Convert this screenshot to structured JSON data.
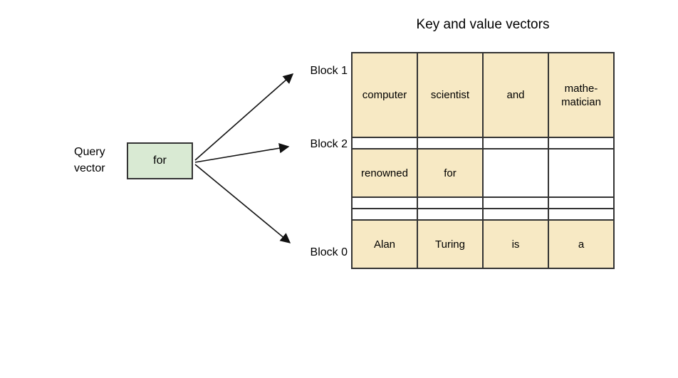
{
  "title": "Key and value vectors",
  "query": {
    "label_line1": "Query",
    "label_line2": "vector",
    "box_text": "for"
  },
  "blocks": [
    {
      "label": "Block 1"
    },
    {
      "label": "Block 2"
    },
    {
      "label": "Block 0"
    }
  ],
  "table": {
    "columns": 4,
    "rows": [
      {
        "cells": [
          {
            "text": "computer",
            "highlight": true
          },
          {
            "text": "scientist",
            "highlight": true
          },
          {
            "text": "and",
            "highlight": true
          },
          {
            "text": "mathe-matician",
            "highlight": true
          }
        ]
      },
      {
        "cells": [
          {
            "text": "",
            "highlight": false
          },
          {
            "text": "",
            "highlight": false
          },
          {
            "text": "",
            "highlight": false
          },
          {
            "text": "",
            "highlight": false
          }
        ]
      },
      {
        "cells": [
          {
            "text": "renowned",
            "highlight": true
          },
          {
            "text": "for",
            "highlight": true
          },
          {
            "text": "",
            "highlight": false
          },
          {
            "text": "",
            "highlight": false
          }
        ]
      },
      {
        "cells": [
          {
            "text": "",
            "highlight": false
          },
          {
            "text": "",
            "highlight": false
          },
          {
            "text": "",
            "highlight": false
          },
          {
            "text": "",
            "highlight": false
          }
        ]
      },
      {
        "cells": [
          {
            "text": "",
            "highlight": false
          },
          {
            "text": "",
            "highlight": false
          },
          {
            "text": "",
            "highlight": false
          },
          {
            "text": "",
            "highlight": false
          }
        ]
      },
      {
        "cells": [
          {
            "text": "Alan",
            "highlight": true
          },
          {
            "text": "Turing",
            "highlight": true
          },
          {
            "text": "is",
            "highlight": true
          },
          {
            "text": "a",
            "highlight": true
          }
        ]
      }
    ]
  },
  "colors": {
    "cell_highlight": "#f7e9c4",
    "query_box_fill": "#d9ead3",
    "border": "#333333",
    "arrow": "#111111"
  }
}
